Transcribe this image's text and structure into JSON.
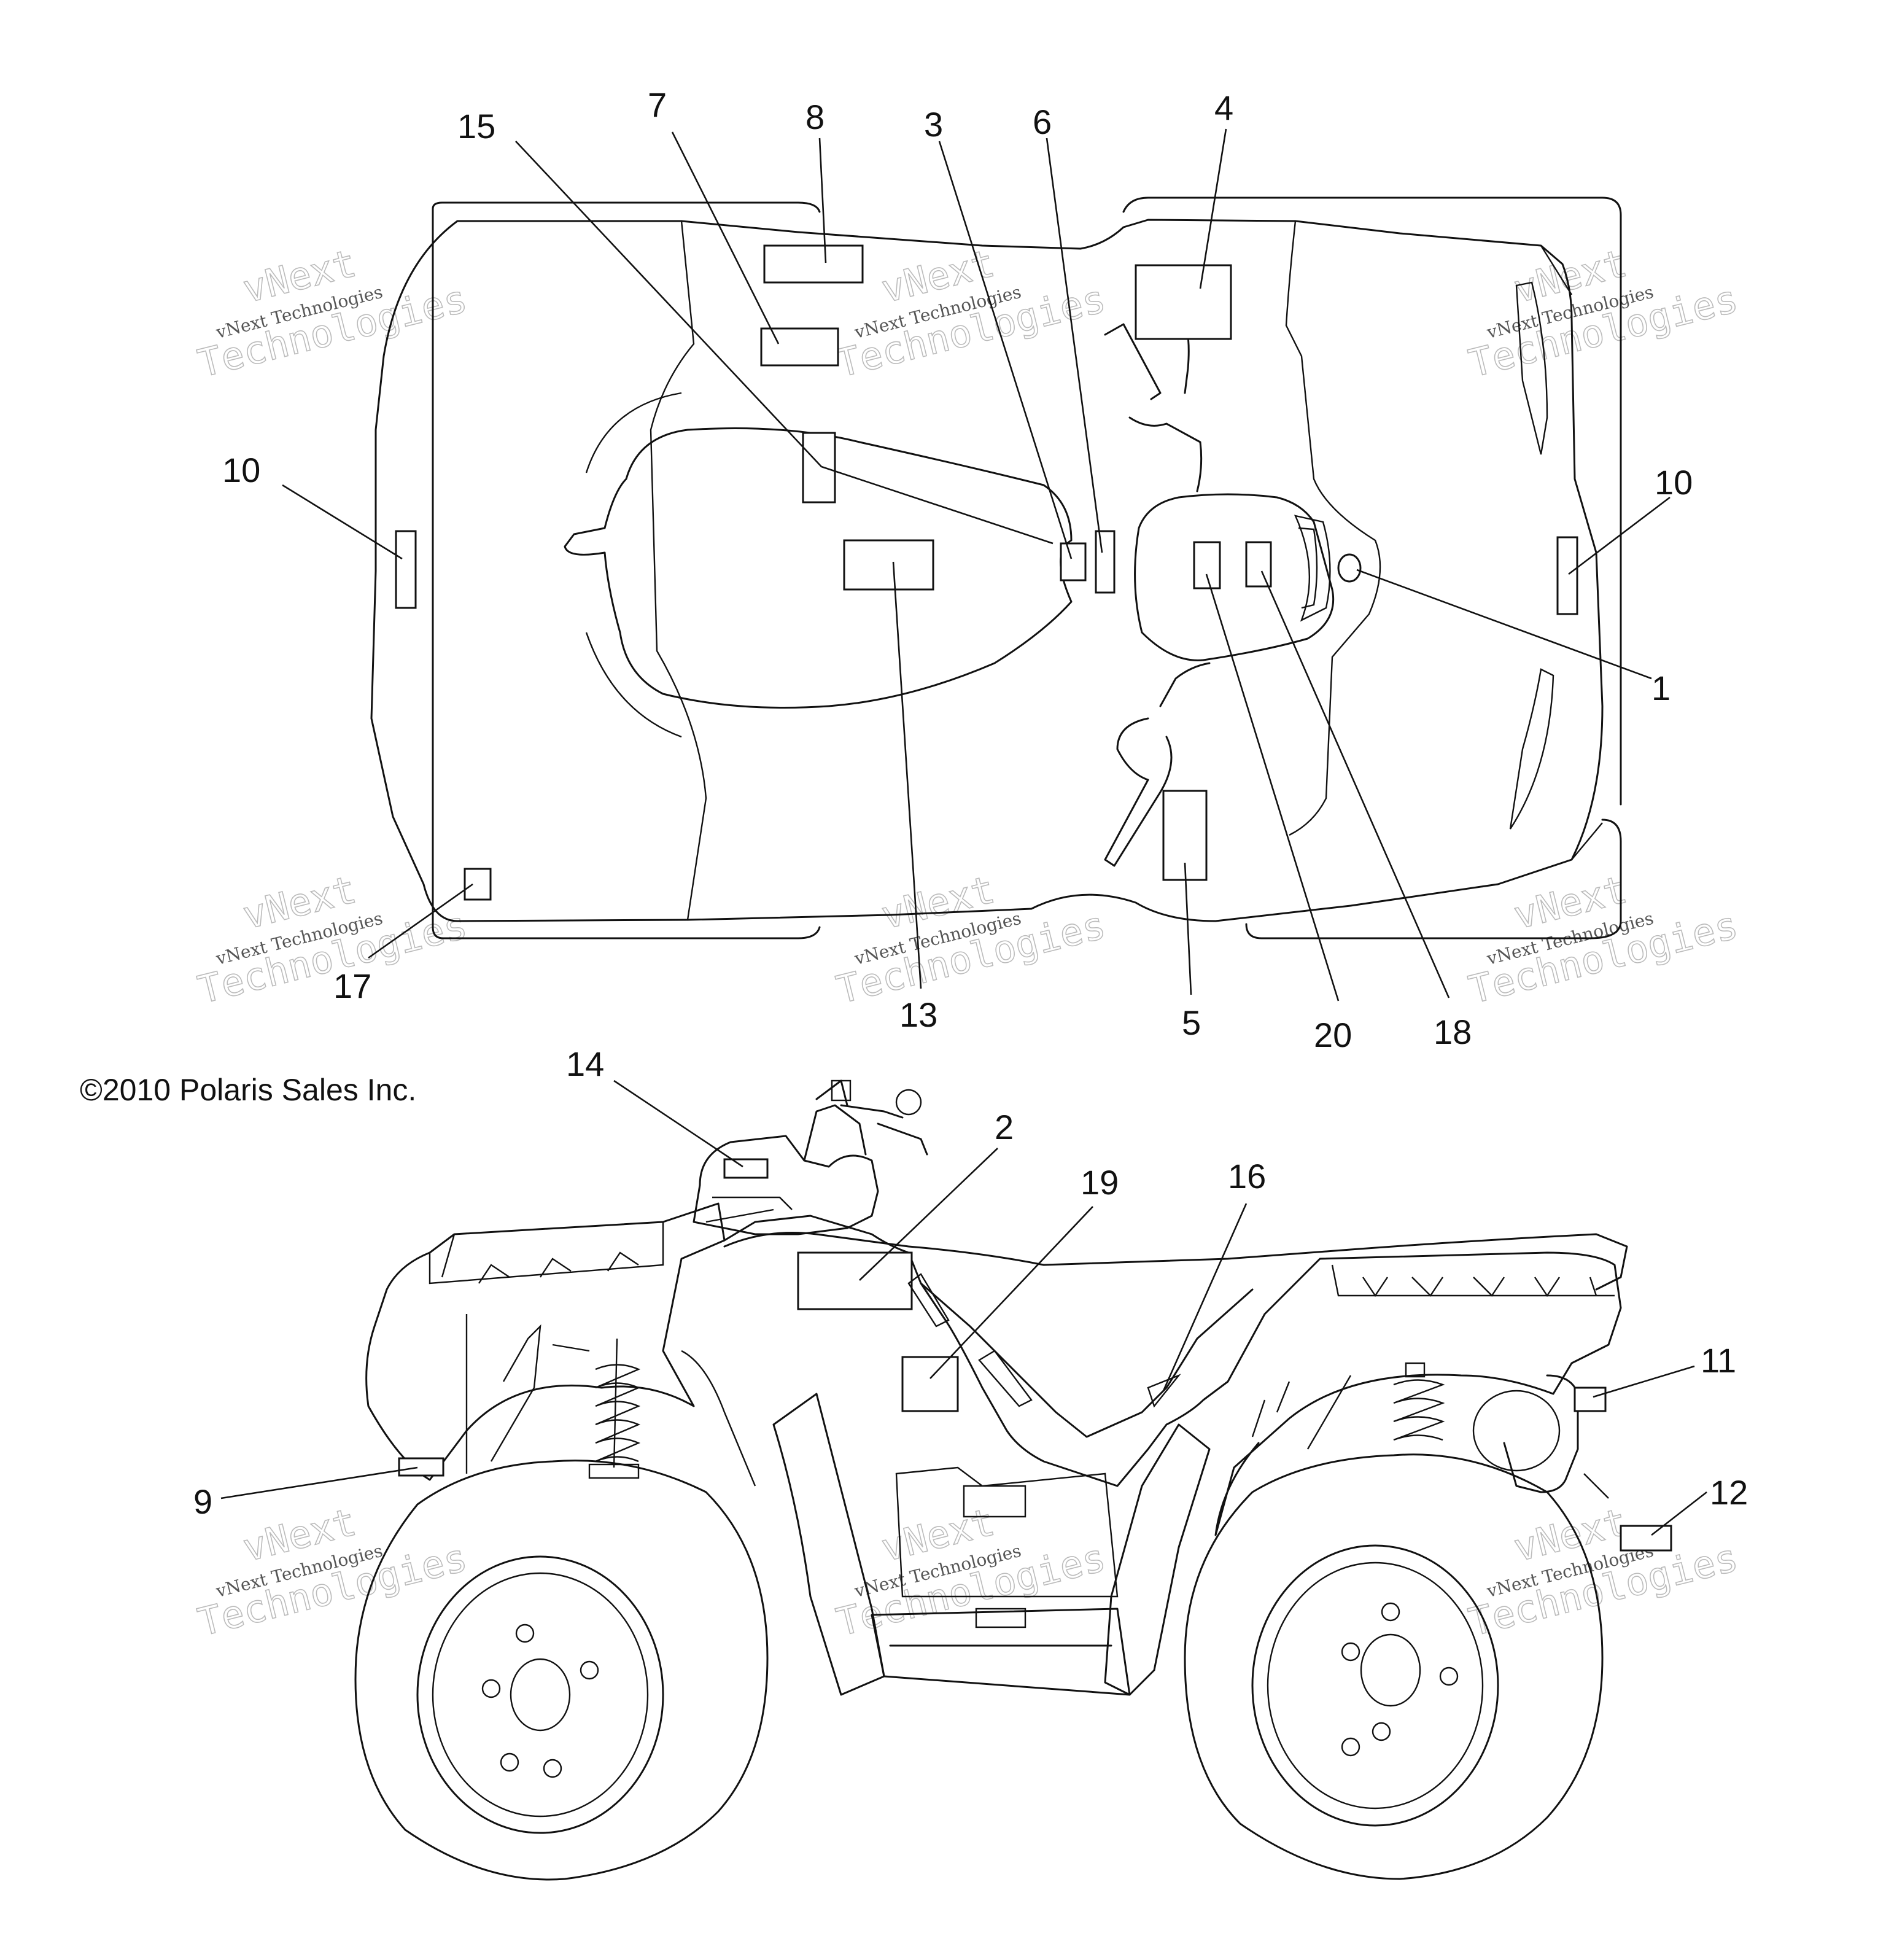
{
  "copyright": "©2010 Polaris Sales Inc.",
  "watermark": {
    "line1": "vNext",
    "line2": "vNext Technologies",
    "line3": "Technologies"
  },
  "callouts": {
    "top": [
      "15",
      "7",
      "8",
      "3",
      "6",
      "4",
      "10",
      "10",
      "1",
      "17",
      "13",
      "5",
      "20",
      "18"
    ],
    "side": [
      "14",
      "2",
      "19",
      "16",
      "11",
      "12",
      "9"
    ]
  }
}
